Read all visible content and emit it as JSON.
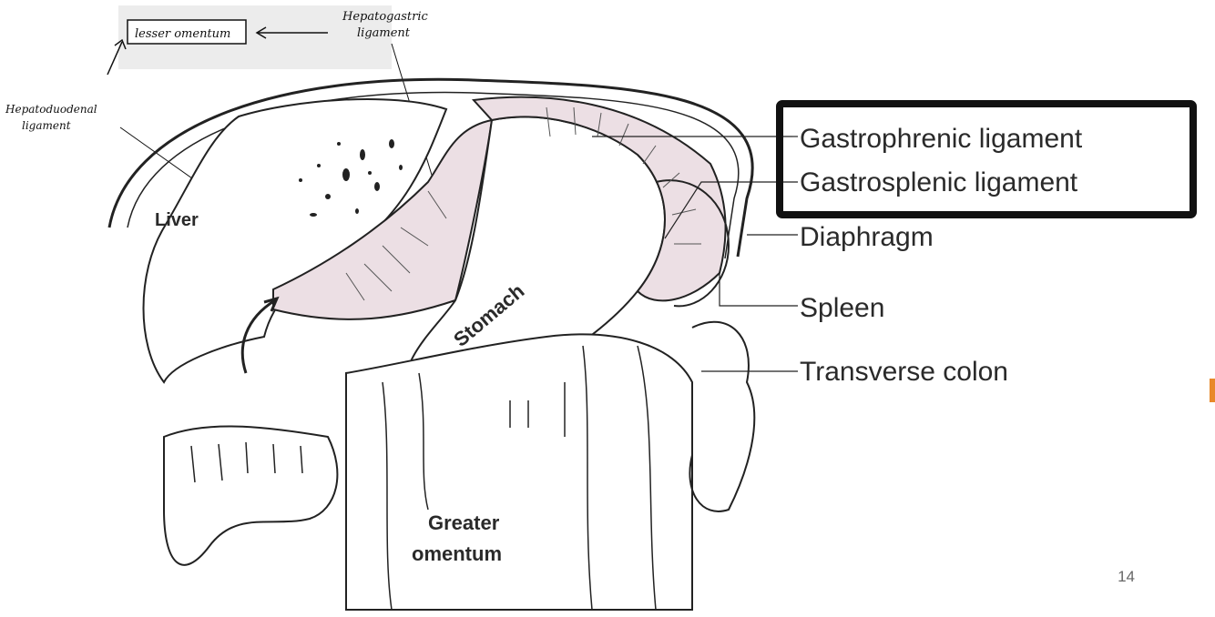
{
  "annotations": {
    "lesser_omentum": "lesser omentum",
    "hepatogastric_line1": "Hepatogastric",
    "hepatogastric_line2": "ligament",
    "hepatoduodenal_line1": "Hepatoduodenal",
    "hepatoduodenal_line2": "ligament"
  },
  "organ_labels": {
    "liver": "Liver",
    "stomach": "Stomach",
    "greater_omentum_line1": "Greater",
    "greater_omentum_line2": "omentum"
  },
  "callouts": {
    "gastrophrenic": "Gastrophrenic ligament",
    "gastrosplenic": "Gastrosplenic ligament",
    "diaphragm": "Diaphragm",
    "spleen": "Spleen",
    "transverse_colon": "Transverse colon"
  },
  "page_number": "14",
  "colors": {
    "highlight_box": "#111111",
    "ligament_fill": "#ecdfe4",
    "accent": "#e8892a"
  }
}
